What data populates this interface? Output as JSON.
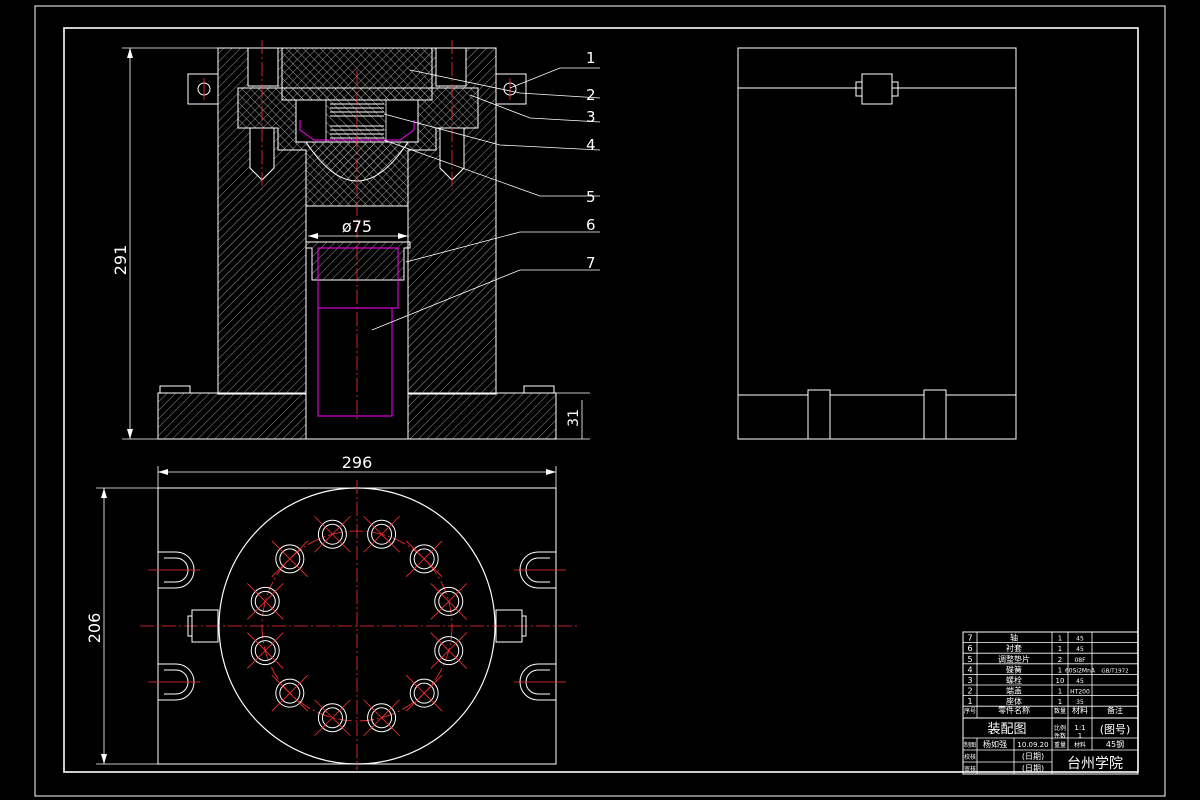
{
  "drawing": {
    "dim_height": "291",
    "dim_base": "31",
    "dim_bore": "ø75",
    "dim_width": "296",
    "dim_depth": "206"
  },
  "balloons": [
    "1",
    "2",
    "3",
    "4",
    "5",
    "6",
    "7"
  ],
  "bom": {
    "rows": [
      {
        "no": "7",
        "name": "轴",
        "qty": "1",
        "material": "45",
        "note": ""
      },
      {
        "no": "6",
        "name": "衬套",
        "qty": "1",
        "material": "45",
        "note": ""
      },
      {
        "no": "5",
        "name": "调整垫片",
        "qty": "2",
        "material": "08F",
        "note": ""
      },
      {
        "no": "4",
        "name": "碟簧",
        "qty": "1",
        "material": "60Si2MnA",
        "note": "GB/T1972"
      },
      {
        "no": "3",
        "name": "螺栓",
        "qty": "10",
        "material": "45",
        "note": ""
      },
      {
        "no": "2",
        "name": "端盖",
        "qty": "1",
        "material": "HT200",
        "note": ""
      },
      {
        "no": "1",
        "name": "座体",
        "qty": "1",
        "material": "35",
        "note": ""
      }
    ],
    "header": {
      "no": "序号",
      "name": "零件名称",
      "qty": "数量",
      "material": "材料",
      "note": "备注"
    }
  },
  "title_block": {
    "title": "装配图",
    "drawing_no": "(图号)",
    "school": "台州学院",
    "designer_label": "制图",
    "designer": "杨如强",
    "date": "10.09.20",
    "check_label": "审核",
    "proof_label": "校核",
    "date_placeholder_1": "(日期)",
    "date_placeholder_2": "(日期)",
    "scale_label": "比例",
    "scale": "1:1",
    "qty_label": "件数",
    "qty": "1",
    "weight_label": "重量",
    "material_label": "材料",
    "material": "45钢"
  },
  "colors": {
    "outline": "#ffffff",
    "centerline": "#ff3030",
    "magenta": "#ff00ff",
    "hatch": "#cfcfcf",
    "background": "#000000"
  }
}
